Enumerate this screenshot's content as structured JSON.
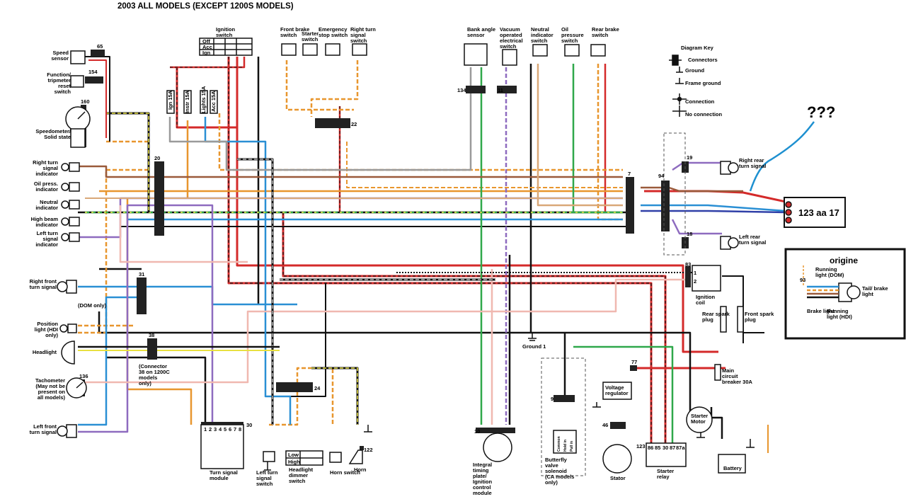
{
  "title": "2003 ALL MODELS (EXCEPT 1200S MODELS)",
  "left_components": {
    "speed_sensor": "Speed sensor",
    "function_switch": "Function/ tripmeter reset switch",
    "speedometer": "Speedometer/ Solid state",
    "right_turn_indicator": "Right turn signal indicator",
    "oil_press_indicator": "Oil press. indicator",
    "neutral_indicator": "Neutral indicator",
    "high_beam_indicator": "High beam indicator",
    "left_turn_indicator": "Left turn signal indicator",
    "right_front_turn": "Right front turn signal",
    "dom_only": "(DOM only)",
    "position_light": "Position light (HDI only)",
    "headlight": "Headlight",
    "tachometer": "Tachometer (May not be present on all models)",
    "left_front_turn": "Left front turn signal",
    "connector_38_note": "(Connector 38 on 1200C models only)"
  },
  "top_components": {
    "ignition_switch": "Ignition switch",
    "ignition_positions": [
      "Off",
      "Acc",
      "Ign"
    ],
    "front_brake_switch": "Front brake switch",
    "starter_switch": "Starter switch",
    "emergency_stop": "Emergency stop switch",
    "right_turn_switch": "Right turn signal switch",
    "bank_angle": "Bank angle sensor",
    "vacuum_switch": "Vacuum operated electrical switch",
    "neutral_switch": "Neutral indicator switch",
    "oil_pressure": "Oil pressure switch",
    "rear_brake": "Rear brake switch"
  },
  "fuses": [
    "Ign 15A",
    "Instr 15A",
    "Lights 15A",
    "Acc 15A"
  ],
  "diagram_key": {
    "title": "Diagram Key",
    "items": [
      "Connectors",
      "Ground",
      "Frame ground",
      "Connection",
      "No connection"
    ]
  },
  "right_components": {
    "right_rear_turn": "Right rear turn signal",
    "left_rear_turn": "Left rear turn signal",
    "ignition_coil": "Ignition coil",
    "rear_spark": "Rear spark plug",
    "front_spark": "Front spark plug",
    "circuit_breaker": "Main circuit breaker 30A",
    "starter_motor": "Starter Motor",
    "battery": "Battery",
    "starter_relay": "Starter relay",
    "relay_pins": [
      "86",
      "85",
      "30",
      "87",
      "87a"
    ],
    "voltage_regulator": "Voltage regulator",
    "stator": "Stator",
    "butterfly": "Butterfly valve solenoid (CA models only)",
    "butterfly_pins": [
      "Common",
      "Hold in",
      "Pull in"
    ],
    "timing_plate": "Integral timing plate/ Ignition control module",
    "ground1": "Ground 1"
  },
  "bottom_components": {
    "turn_module": "Turn signal module",
    "left_turn_switch": "Left turn signal switch",
    "dimmer_switch": "Headlight dimmer switch",
    "dimmer_positions": [
      "Low",
      "High"
    ],
    "horn_switch": "Horn switch",
    "horn": "Horn"
  },
  "connector_numbers": {
    "c65": "65",
    "c154": "154",
    "c160": "160",
    "c20": "20",
    "c31": "31",
    "c38": "38",
    "c136": "136",
    "c30": "30",
    "c24": "24",
    "c122": "122",
    "c22": "22",
    "c134": "134",
    "c11": "11",
    "c7": "7",
    "c94": "94",
    "c19": "19",
    "c18": "18",
    "c83": "83",
    "c10": "10",
    "c9": "9",
    "c46": "46",
    "c77": "77",
    "c123": "123",
    "c93": "93"
  },
  "turn_module_pins": [
    "1",
    "2",
    "3",
    "4",
    "5",
    "6",
    "7",
    "8"
  ],
  "coil_pins": [
    "1",
    "2"
  ],
  "annotation": {
    "question": "???",
    "plate_text": "123 aa 17"
  },
  "origine_box": {
    "title": "origine",
    "running_dom": "Running light (DOM)",
    "tail_brake": "Tail/ brake light",
    "brake_light": "Brake light",
    "running_hdi": "Running light (HDI)"
  },
  "colors": {
    "red": "#d42a2a",
    "black": "#111111",
    "orange": "#e8962e",
    "blue": "#2a8fd4",
    "green": "#2fa84a",
    "violet": "#8e6bbf",
    "pink": "#f0b8b0",
    "brown": "#9a5a3a",
    "tan": "#d9a878",
    "grey": "#9a9a9a",
    "yellow": "#e8e040",
    "dark_blue": "#3040a8",
    "annotation_blue": "#1e90d0"
  }
}
